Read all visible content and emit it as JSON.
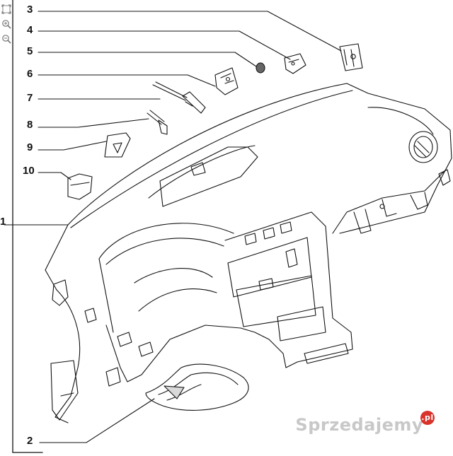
{
  "callouts": {
    "c1": "1",
    "c2": "2",
    "c3": "3",
    "c4": "4",
    "c5": "5",
    "c6": "6",
    "c7": "7",
    "c8": "8",
    "c9": "9",
    "c10": "10"
  },
  "watermark": {
    "text": "Sprzedajemy",
    "badge": ".pl"
  },
  "toolbar": {
    "icons": [
      "fit-to-frame-icon",
      "zoom-in-icon",
      "zoom-out-icon"
    ]
  },
  "colors": {
    "line": "#111111",
    "brand_badge": "#d8342c"
  }
}
